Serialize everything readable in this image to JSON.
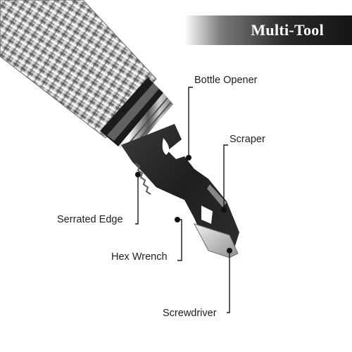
{
  "title": "Multi-Tool",
  "features": {
    "bottle_opener": "Bottle Opener",
    "scraper": "Scraper",
    "serrated_edge": "Serrated Edge",
    "hex_wrench": "Hex Wrench",
    "screwdriver": "Screwdriver"
  },
  "colors": {
    "banner_dark": "#151515",
    "tool_metal": "#2b2b2b",
    "leader_line": "#1a1a1a",
    "background": "#ffffff"
  }
}
